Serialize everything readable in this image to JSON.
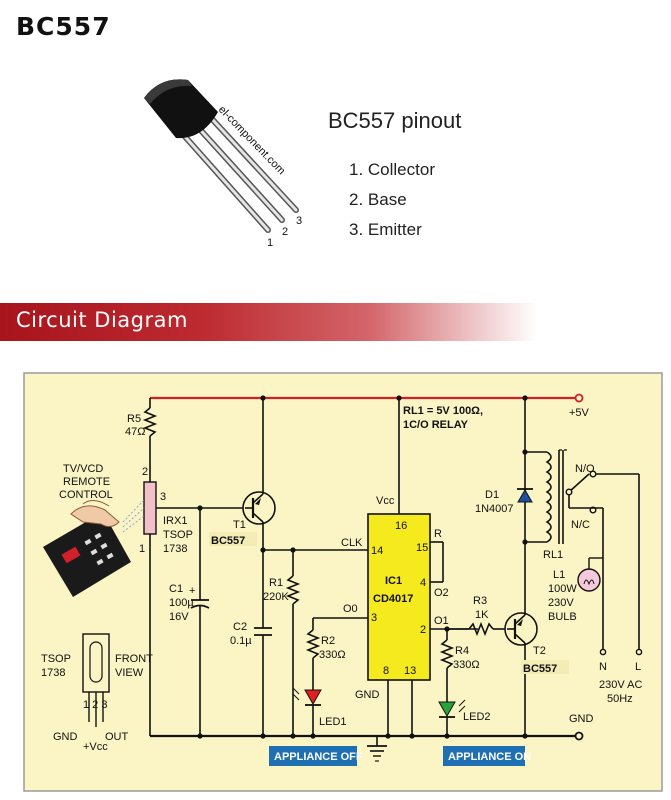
{
  "page_title": "BC557",
  "pinout": {
    "title": "BC557 pinout",
    "items": [
      "1. Collector",
      "2. Base",
      "3. Emitter"
    ],
    "watermark": "el-component.com",
    "leg_numbers": [
      "1",
      "2",
      "3"
    ]
  },
  "section_banner": "Circuit Diagram",
  "colors": {
    "banner_red": "#a8141c",
    "board_bg": "#fbf4c4",
    "supply_rail": "#d0202a",
    "ic_fill": "#f5ea1e",
    "label_box": "#1f6fb3"
  },
  "circuit": {
    "rl1_note": "RL1 = 5V 100Ω,",
    "rl1_note2": "1C/O RELAY",
    "plus5v": "+5V",
    "gnd": "GND",
    "remote_l1": "TV/VCD",
    "remote_l2": "REMOTE",
    "remote_l3": "CONTROL",
    "r5_name": "R5",
    "r5_val": "47Ω",
    "irx1_l1": "IRX1",
    "irx1_l2": "TSOP",
    "irx1_l3": "1738",
    "t1_name": "T1",
    "t1_type": "BC557",
    "c1_name": "C1",
    "c1_v1": "100µ",
    "c1_v2": "16V",
    "r1_name": "R1",
    "r1_val": "220K",
    "c2_name": "C2",
    "c2_val": "0.1µ",
    "ic_name": "IC1",
    "ic_type": "CD4017",
    "vcc": "Vcc",
    "clk": "CLK",
    "o0": "O0",
    "o1": "O1",
    "o2": "O2",
    "pin_r": "R",
    "ic_gnd": "GND",
    "pin16": "16",
    "pin15": "15",
    "pin14": "14",
    "pin4": "4",
    "pin3": "3",
    "pin2": "2",
    "pin8": "8",
    "pin13": "13",
    "r2_name": "R2",
    "r2_val": "330Ω",
    "led1": "LED1",
    "r3_name": "R3",
    "r3_val": "1K",
    "r4_name": "R4",
    "r4_val": "330Ω",
    "led2": "LED2",
    "t2_name": "T2",
    "t2_type": "BC557",
    "d1_name": "D1",
    "d1_type": "1N4007",
    "rl1": "RL1",
    "no": "N/O",
    "nc": "N/C",
    "l1_name": "L1",
    "l1_v1": "100W",
    "l1_v2": "230V",
    "l1_v3": "BULB",
    "n_term": "N",
    "l_term": "L",
    "ac1": "230V AC",
    "ac2": "50Hz",
    "tsop_l1": "TSOP",
    "tsop_l2": "1738",
    "front1": "FRONT",
    "front2": "VIEW",
    "tsop_pins": "1 2 3",
    "tsop_gnd": "GND",
    "tsop_vcc": "+Vcc",
    "tsop_out": "OUT",
    "appliance_off": "APPLIANCE OFF",
    "appliance_on": "APPLIANCE ON",
    "irx_pin1": "1",
    "irx_pin2": "2",
    "irx_pin3": "3"
  }
}
